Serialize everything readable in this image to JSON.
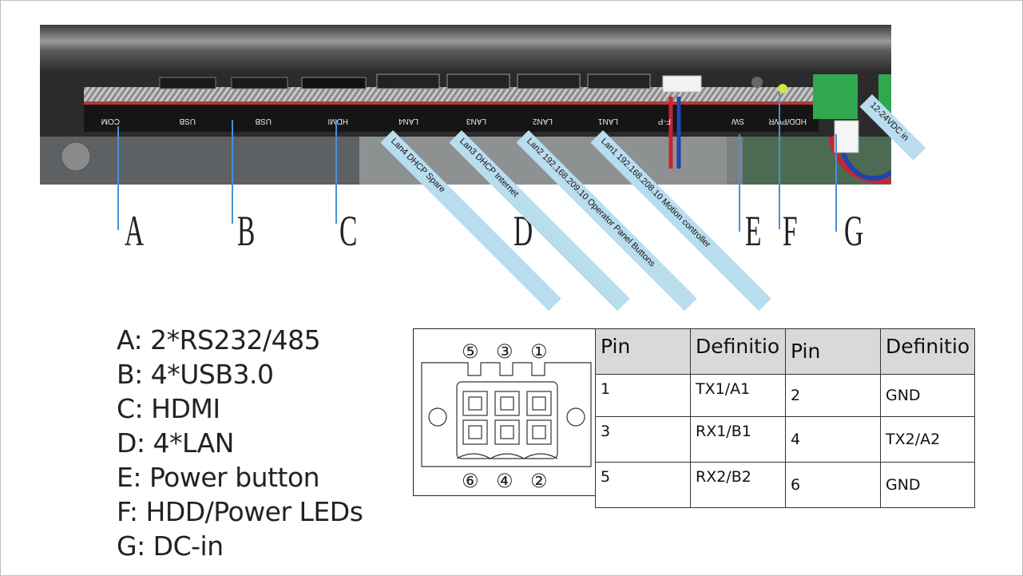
{
  "port_labels": [
    "COM",
    "USB",
    "USB",
    "HDMI",
    "LAN4",
    "LAN3",
    "LAN2",
    "LAN1",
    "F-P",
    "SW",
    "HDD/PWR"
  ],
  "letters": [
    "A",
    "B",
    "C",
    "D",
    "E",
    "F",
    "G"
  ],
  "bands": [
    "Lan4 DHCP Spare",
    "Lan3 DHCP Internet",
    "Lan2 192.168.209.10 Operator Panel Buttons",
    "Lan1 192.168.208.10 Motion controller",
    "12-24VDC in"
  ],
  "legend": [
    "A: 2*RS232/485",
    "B: 4*USB3.0",
    "C: HDMI",
    "D: 4*LAN",
    "E: Power button",
    "F: HDD/Power LEDs",
    "G: DC-in"
  ],
  "connector": {
    "top_pins": [
      "⑤",
      "③",
      "①"
    ],
    "bottom_pins": [
      "⑥",
      "④",
      "②"
    ]
  },
  "pin_table": {
    "headers": [
      "Pin",
      "Definitio",
      "Pin",
      "Definitio"
    ],
    "rows": [
      [
        "1",
        "TX1/A1",
        "2",
        "GND"
      ],
      [
        "3",
        "RX1/B1",
        "4",
        "TX2/A2"
      ],
      [
        "5",
        "RX2/B2",
        "6",
        "GND"
      ]
    ]
  },
  "colors": {
    "leader": "#4a90d9",
    "band": "#b9dcef",
    "terminal": "#2fa84f",
    "header_bg": "#d9d9d9"
  }
}
